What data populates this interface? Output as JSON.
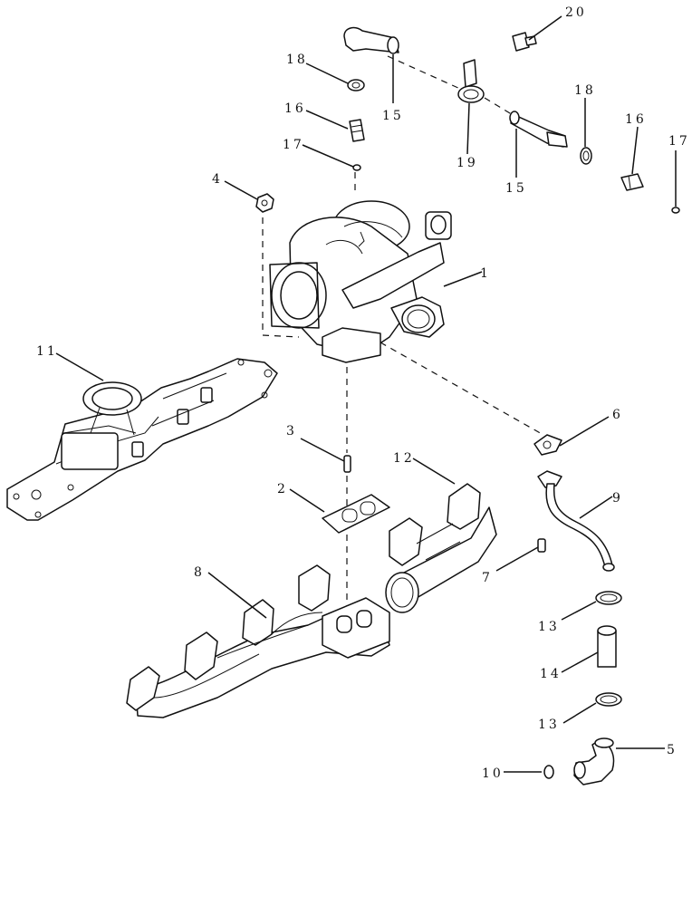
{
  "callouts": {
    "c1": "1",
    "c2": "2",
    "c3": "3",
    "c4": "4",
    "c5": "5",
    "c6": "6",
    "c7": "7",
    "c8": "8",
    "c9": "9",
    "c10": "10",
    "c11": "11",
    "c12": "12",
    "c13a": "13",
    "c13b": "13",
    "c14": "14",
    "c15a": "15",
    "c15b": "15",
    "c16a": "16",
    "c16b": "16",
    "c17a": "17",
    "c17b": "17",
    "c18a": "18",
    "c18b": "18",
    "c19": "19",
    "c20": "20"
  },
  "style": {
    "line_color": "#111111",
    "background": "#ffffff"
  }
}
